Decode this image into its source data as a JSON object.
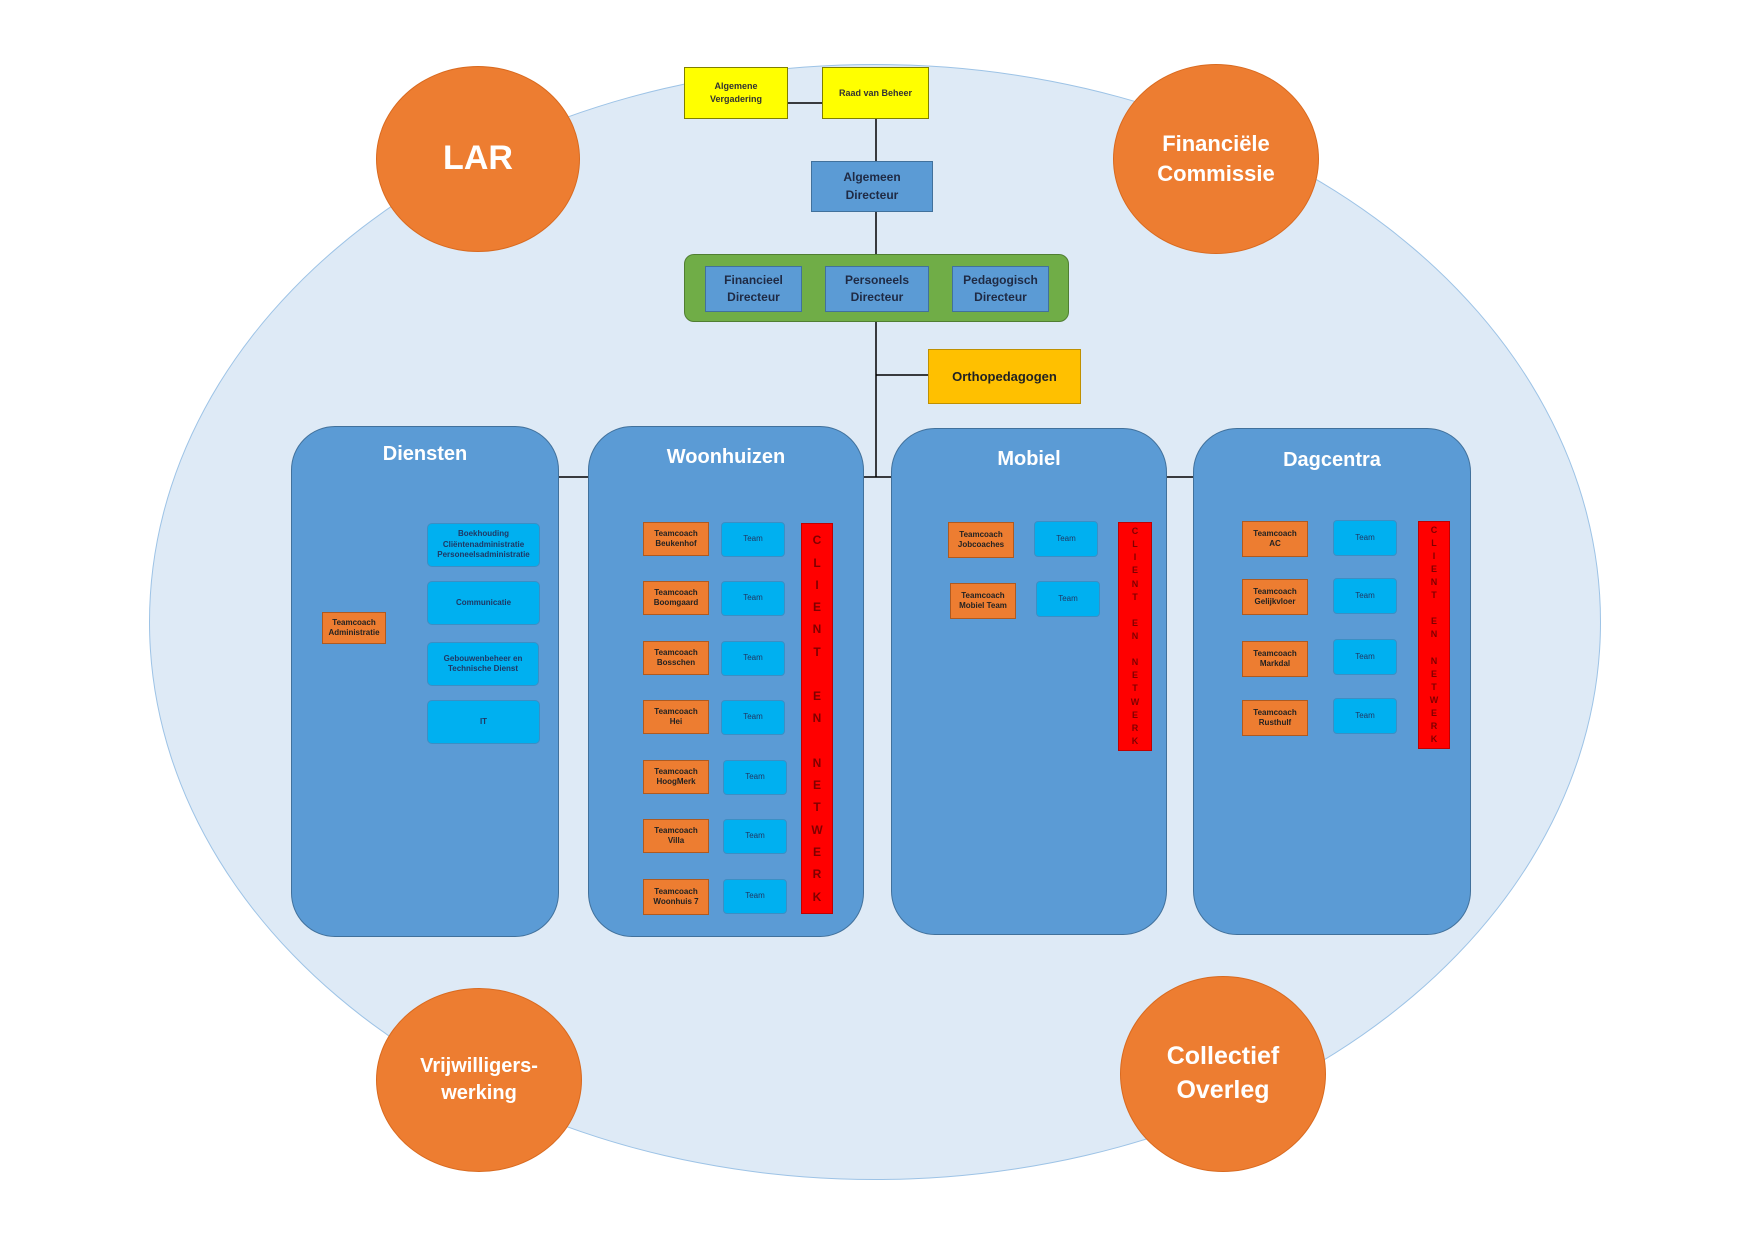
{
  "circles": {
    "lar": "LAR",
    "financiele": "Financiële\nCommissie",
    "vrijwilligers": "Vrijwilligers-\nwerking",
    "collectief": "Collectief\nOverleg"
  },
  "top": {
    "algemene_vergadering": "Algemene\nVergadering",
    "raad_van_beheer": "Raad van Beheer",
    "algemeen_directeur": "Algemeen\nDirecteur",
    "financieel_directeur": "Financieel\nDirecteur",
    "personeels_directeur": "Personeels\nDirecteur",
    "pedagogisch_directeur": "Pedagogisch\nDirecteur",
    "orthopedagogen": "Orthopedagogen"
  },
  "panels": {
    "diensten": {
      "title": "Diensten",
      "coach": "Teamcoach\nAdministratie",
      "services": [
        "Boekhouding\nCliëntenadministratie\nPersoneelsadministratie",
        "Communicatie",
        "Gebouwenbeheer en\nTechnische Dienst",
        "IT"
      ]
    },
    "woonhuizen": {
      "title": "Woonhuizen",
      "coaches": [
        "Teamcoach\nBeukenhof",
        "Teamcoach\nBoomgaard",
        "Teamcoach\nBosschen",
        "Teamcoach\nHei",
        "Teamcoach\nHoogMerk",
        "Teamcoach\nVilla",
        "Teamcoach\nWoonhuis 7"
      ],
      "team": "Team",
      "bar": "CLIENT EN NETWERK"
    },
    "mobiel": {
      "title": "Mobiel",
      "coaches": [
        "Teamcoach\nJobcoaches",
        "Teamcoach\nMobiel Team"
      ],
      "team": "Team",
      "bar": "CLIENT EN NETWERK"
    },
    "dagcentra": {
      "title": "Dagcentra",
      "coaches": [
        "Teamcoach\nAC",
        "Teamcoach\nGelijkvloer",
        "Teamcoach\nMarkdal",
        "Teamcoach\nRusthulf"
      ],
      "team": "Team",
      "bar": "CLIENT EN NETWERK"
    }
  }
}
